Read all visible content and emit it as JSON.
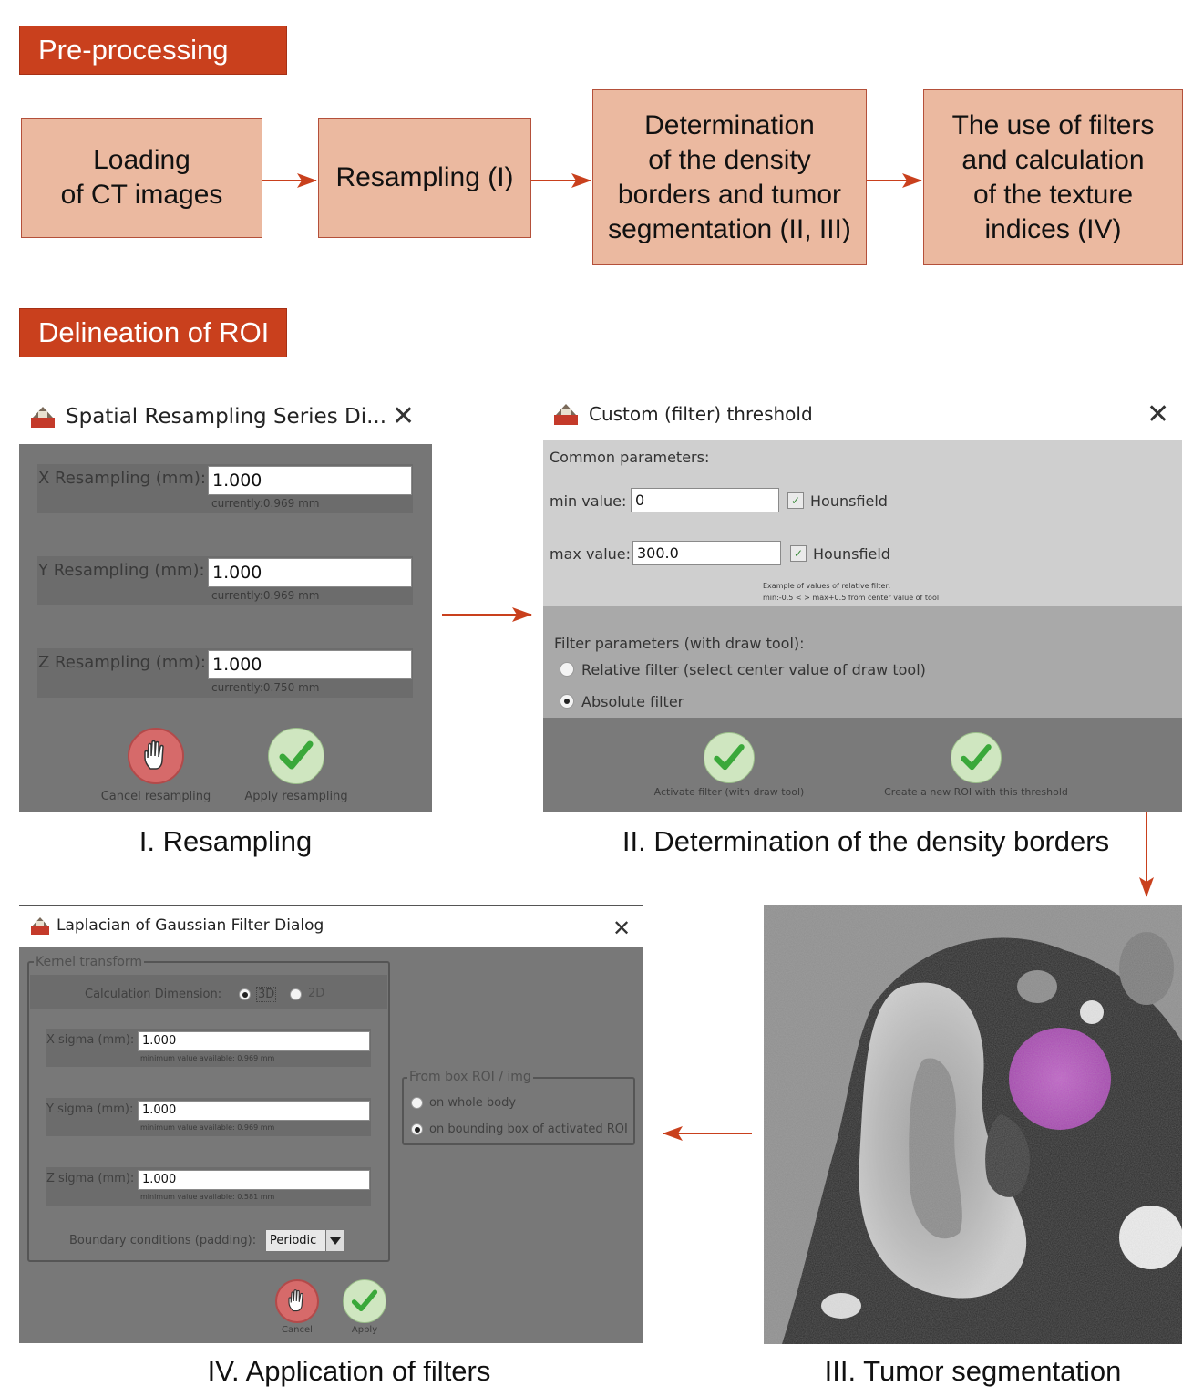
{
  "sections": {
    "preprocessing": "Pre-processing",
    "delineation": "Delineation of ROI"
  },
  "flow": {
    "step1": "Loading\nof CT images",
    "step2": "Resampling (I)",
    "step3": "Determination\nof the density\nborders and tumor\nsegmentation (II, III)",
    "step4": "The use of filters\nand calculation\nof the texture\nindices (IV)"
  },
  "captions": {
    "resampling": "I. Resampling",
    "density": "II. Determination of the density borders",
    "filters": "IV. Application of filters",
    "tumor": "III. Tumor segmentation"
  },
  "resampling_dialog": {
    "title": "Spatial Resampling Series Di...",
    "rows": [
      {
        "label": "X Resampling (mm):",
        "value": "1.000",
        "current": "currently:0.969 mm"
      },
      {
        "label": "Y Resampling (mm):",
        "value": "1.000",
        "current": "currently:0.969 mm"
      },
      {
        "label": "Z Resampling (mm):",
        "value": "1.000",
        "current": "currently:0.750 mm"
      }
    ],
    "cancel_label": "Cancel resampling",
    "apply_label": "Apply resampling"
  },
  "threshold_dialog": {
    "title": "Custom (filter) threshold",
    "common_label": "Common parameters:",
    "min_label": "min value:",
    "min_value": "0",
    "max_label": "max value:",
    "max_value": "300.0",
    "unit": "Hounsfield",
    "example_line1": "Example of values of relative filter:",
    "example_line2": "min:-0.5 < > max+0.5 from center value of tool",
    "filter_label": "Filter parameters (with draw tool):",
    "relative_option": "Relative filter (select center value of draw tool)",
    "absolute_option": "Absolute filter",
    "activate_label": "Activate filter (with draw tool)",
    "create_label": "Create a new ROI with this threshold"
  },
  "log_dialog": {
    "title": "Laplacian of Gaussian Filter Dialog",
    "kernel_group": "Kernel transform",
    "calc_label": "Calculation Dimension:",
    "opt_3d": "3D",
    "opt_2d": "2D",
    "rows": [
      {
        "label": "X sigma (mm):",
        "value": "1.000",
        "min": "minimum value available: 0.969 mm"
      },
      {
        "label": "Y sigma (mm):",
        "value": "1.000",
        "min": "minimum value available: 0.969 mm"
      },
      {
        "label": "Z sigma (mm):",
        "value": "1.000",
        "min": "minimum value available: 0.581 mm"
      }
    ],
    "boundary_label": "Boundary conditions (padding):",
    "boundary_value": "Periodic",
    "box_group": "From box ROI / img",
    "opt_whole": "on whole body",
    "opt_bbox": "on bounding box of activated ROI",
    "cancel_label": "Cancel",
    "apply_label": "Apply"
  },
  "colors": {
    "tag": "#c9401d",
    "flow_box": "#ebb9a0",
    "arrow": "#c9401d",
    "tumor": "#b04ab8"
  }
}
